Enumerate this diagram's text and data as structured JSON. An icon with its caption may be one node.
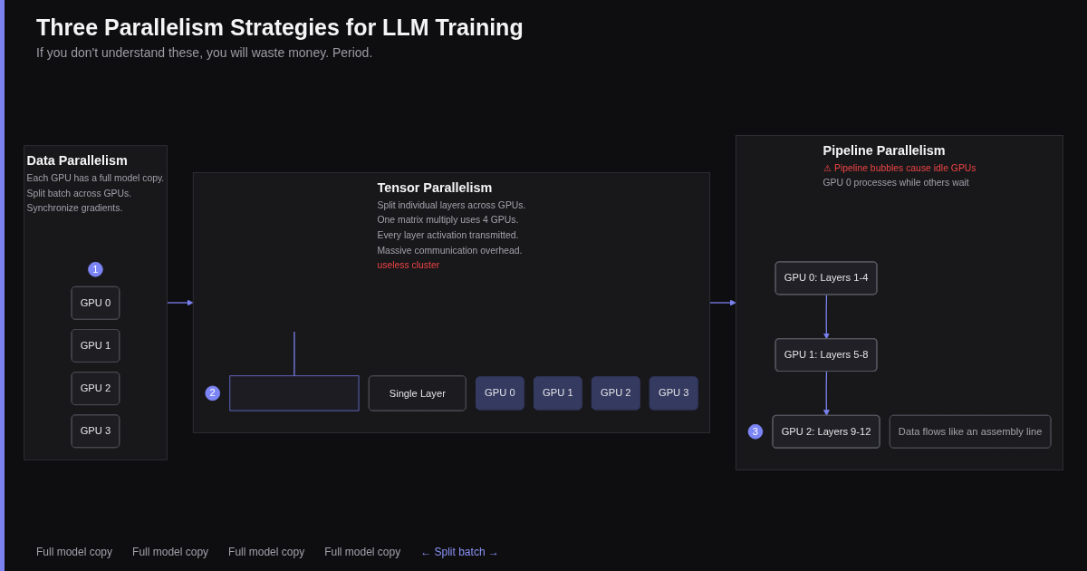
{
  "diagram": {
    "title": "Three Parallelism Strategies for LLM Training",
    "nodes": [
      {
        "text": [
          "Data Parallelism",
          "Each GPU has a full model copy.",
          "Split batch across GPUs.",
          "Synchronize gradients."
        ]
      },
      {
        "text": [
          "1"
        ],
        "in": 0
      },
      {
        "text": [
          "GPU 0"
        ],
        "in": 0
      },
      {
        "text": [
          "GPU 1"
        ],
        "in": 0
      },
      {
        "text": [
          "GPU 2"
        ],
        "in": 0
      },
      {
        "text": [
          "GPU 3"
        ],
        "in": 0
      },
      {
        "text": [
          "Tensor Parallelism",
          "Split individual layers across GPUs.",
          "One matrix multiply uses 4 GPUs.",
          "Every layer activation transmitted.",
          "Massive communication overhead.",
          "useless cluster"
        ]
      },
      {
        "text": [
          "2"
        ],
        "in": 6
      },
      {
        "text": [
          "Single Layer"
        ],
        "in": 6
      },
      {
        "text": [
          "GPU 0"
        ],
        "in": 6
      },
      {
        "text": [
          "GPU 1"
        ],
        "in": 6
      },
      {
        "text": [
          "GPU 2"
        ],
        "in": 6
      },
      {
        "text": [
          "GPU 3"
        ],
        "in": 6
      },
      {
        "text": [],
        "shape": "box",
        "in": 6
      },
      {
        "text": [
          "Pipeline Parallelism",
          "⚠ Pipeline bubbles cause idle GPUs",
          "GPU 0 processes while others wait"
        ]
      },
      {
        "text": [
          "3"
        ],
        "in": 14
      },
      {
        "text": [
          "GPU 0: Layers 1-4"
        ],
        "in": 14
      },
      {
        "text": [
          "GPU 1: Layers 5-8"
        ],
        "in": 14
      },
      {
        "text": [
          "GPU 2: Layers 9-12"
        ],
        "in": 14
      },
      {
        "text": [
          "Data flows like an assembly line"
        ],
        "in": 14
      }
    ],
    "edges": [
      {
        "from": 0,
        "to": 6,
        "arrow": "to"
      },
      {
        "from": 6,
        "to": 14,
        "arrow": "to"
      },
      {
        "from": null,
        "to": 13,
        "arrow": "none"
      },
      {
        "from": 16,
        "to": 17,
        "arrow": "to"
      },
      {
        "from": 17,
        "to": 18,
        "arrow": "to"
      }
    ],
    "labels": [
      "If you don't understand these, you will waste money. Period.",
      "Full model copy",
      "Full model copy",
      "Full model copy",
      "Full model copy",
      "← Split batch →"
    ]
  }
}
